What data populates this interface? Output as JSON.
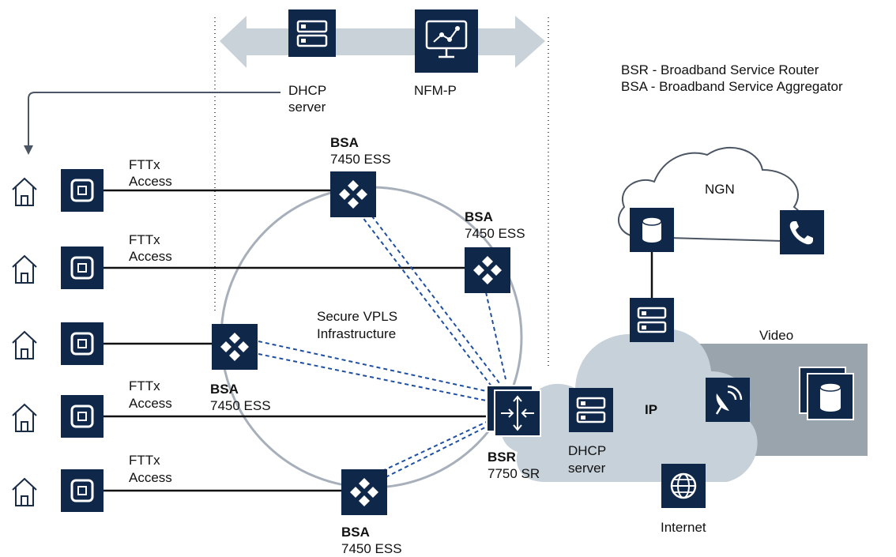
{
  "legend": {
    "bsr": "BSR - Broadband Service Router",
    "bsa": "BSA - Broadband Service Aggregator"
  },
  "management": {
    "dhcp": {
      "line1": "DHCP",
      "line2": "server",
      "icon": "server-icon"
    },
    "nfm": {
      "label": "NFM-P",
      "icon": "network-monitor-icon"
    }
  },
  "access_labels": {
    "line1": "FTTx",
    "line2": "Access"
  },
  "bsa_nodes": {
    "top": {
      "title": "BSA",
      "model": "7450 ESS"
    },
    "right": {
      "title": "BSA",
      "model": "7450 ESS"
    },
    "left": {
      "title": "BSA",
      "model": "7450 ESS"
    },
    "bottom": {
      "title": "BSA",
      "model": "7450 ESS"
    }
  },
  "ring_label": {
    "line1": "Secure VPLS",
    "line2": "Infrastructure"
  },
  "bsr": {
    "title": "BSR",
    "model": "7750 SR"
  },
  "ip_cloud": {
    "label": "IP",
    "dhcp_line1": "DHCP",
    "dhcp_line2": "server"
  },
  "ngn": {
    "label": "NGN"
  },
  "video": {
    "label": "Video"
  },
  "internet": {
    "label": "Internet"
  },
  "colors": {
    "navy": "#0f2749",
    "ring": "#a7b0ba",
    "cloud": "#c7d1da",
    "video_bg": "#9aa4ad",
    "dashed": "#1f4fa0",
    "arrow": "#c9d1d9"
  }
}
